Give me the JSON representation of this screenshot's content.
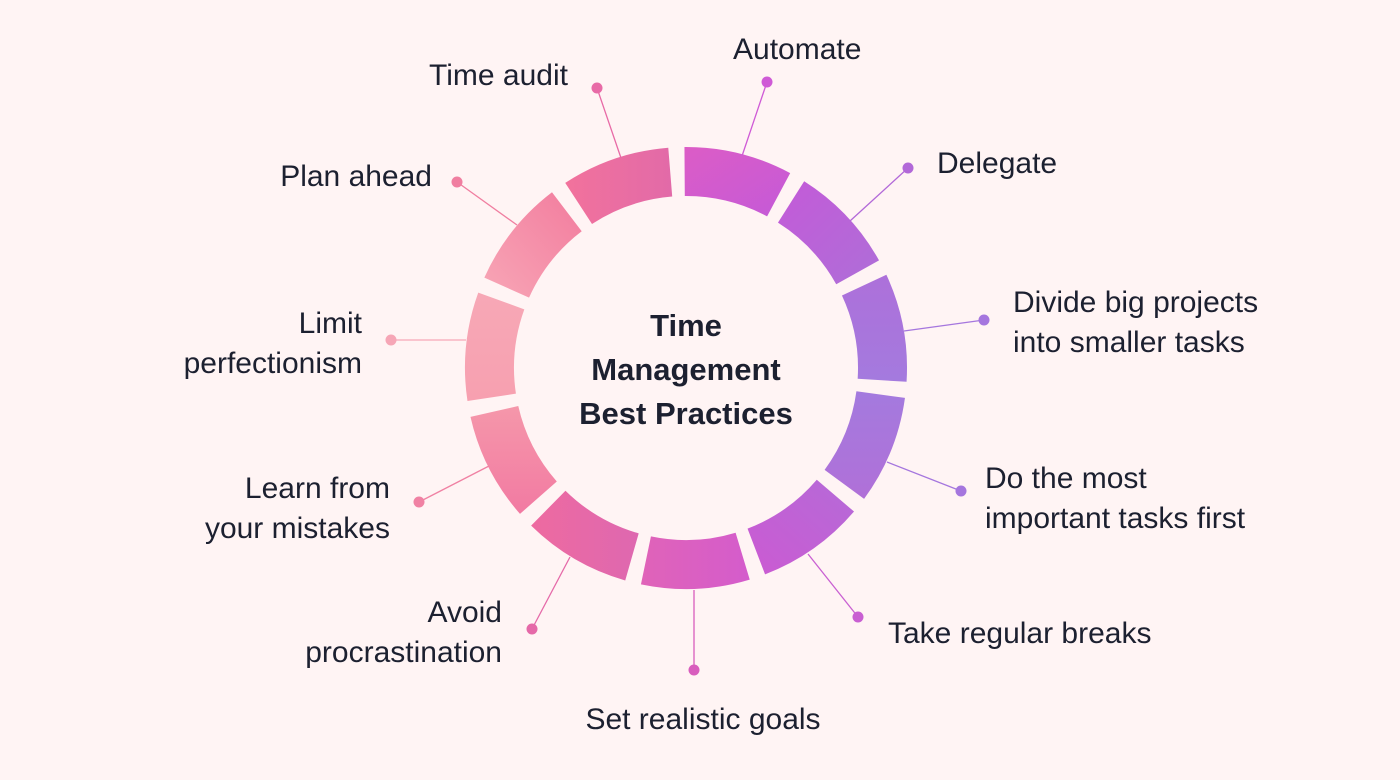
{
  "title": {
    "lines": [
      "Time",
      "Management",
      "Best Practices"
    ]
  },
  "items": [
    {
      "lines": [
        "Automate"
      ],
      "color": "#cf5ad6"
    },
    {
      "lines": [
        "Delegate"
      ],
      "color": "#b268d8"
    },
    {
      "lines": [
        "Divide big projects",
        "into smaller tasks"
      ],
      "color": "#a576de"
    },
    {
      "lines": [
        "Do the most",
        "important tasks first"
      ],
      "color": "#a576de"
    },
    {
      "lines": [
        "Take regular breaks"
      ],
      "color": "#c95fd2"
    },
    {
      "lines": [
        "Set realistic goals"
      ],
      "color": "#d85dbd"
    },
    {
      "lines": [
        "Avoid",
        "procrastination"
      ],
      "color": "#e569a8"
    },
    {
      "lines": [
        "Learn from",
        "your mistakes"
      ],
      "color": "#f081a3"
    },
    {
      "lines": [
        "Limit",
        "perfectionism"
      ],
      "color": "#f6a6b6"
    },
    {
      "lines": [
        "Plan ahead"
      ],
      "color": "#f07ea0"
    },
    {
      "lines": [
        "Time audit"
      ],
      "color": "#e86aa6"
    }
  ],
  "colors": {
    "background": "#fff4f4",
    "text": "#1c2030",
    "pink": "#f27aa0",
    "magenta": "#d55ad0",
    "lavender": "#a878de",
    "light_pink": "#f8b4c0"
  }
}
